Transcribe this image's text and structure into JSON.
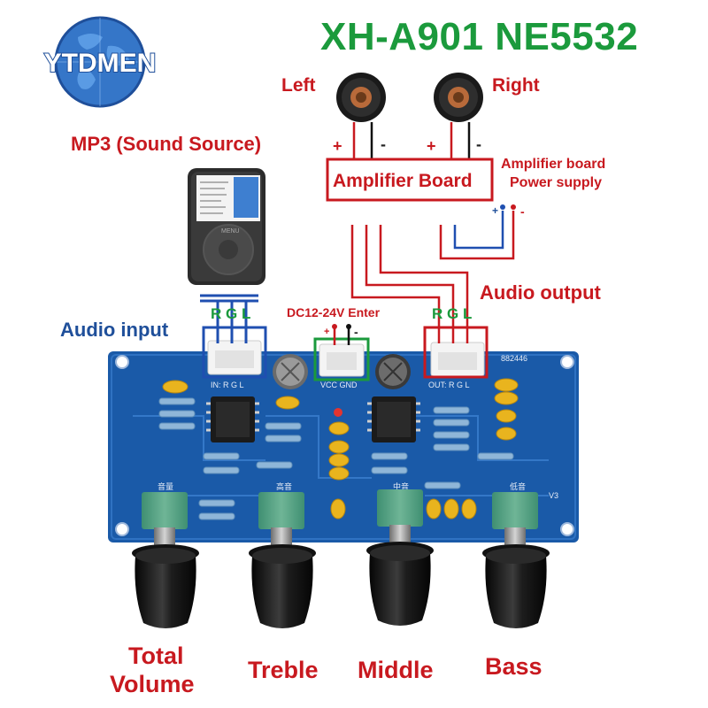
{
  "title": "XH-A901 NE5532",
  "brand": "YTDMEN",
  "speakers": {
    "left": "Left",
    "right": "Right"
  },
  "polarity": {
    "plus": "+",
    "minus": "-"
  },
  "labels": {
    "mp3": "MP3 (Sound Source)",
    "amplifier_board": "Amplifier Board",
    "amp_power_line1": "Amplifier board",
    "amp_power_line2": "Power supply",
    "audio_output": "Audio output",
    "dc_enter": "DC12-24V Enter",
    "audio_input": "Audio input",
    "rgl_in": "R G L",
    "rgl_out": "R G L"
  },
  "pcb": {
    "silk_vol": "音量",
    "silk_treble": "高音",
    "silk_mid": "中音",
    "silk_bass": "低音",
    "silk_in": "IN: R G L",
    "silk_power": "VCC GND",
    "silk_out": "OUT: R G L",
    "silk_code": "882446",
    "silk_ver": "V3"
  },
  "knobs": {
    "total_line1": "Total",
    "total_line2": "Volume",
    "treble": "Treble",
    "middle": "Middle",
    "bass": "Bass"
  },
  "colors": {
    "title_green": "#1b9a3c",
    "label_red": "#c8191f",
    "label_blue": "#1f4f9a",
    "pcb_blue": "#1a5aa8"
  }
}
